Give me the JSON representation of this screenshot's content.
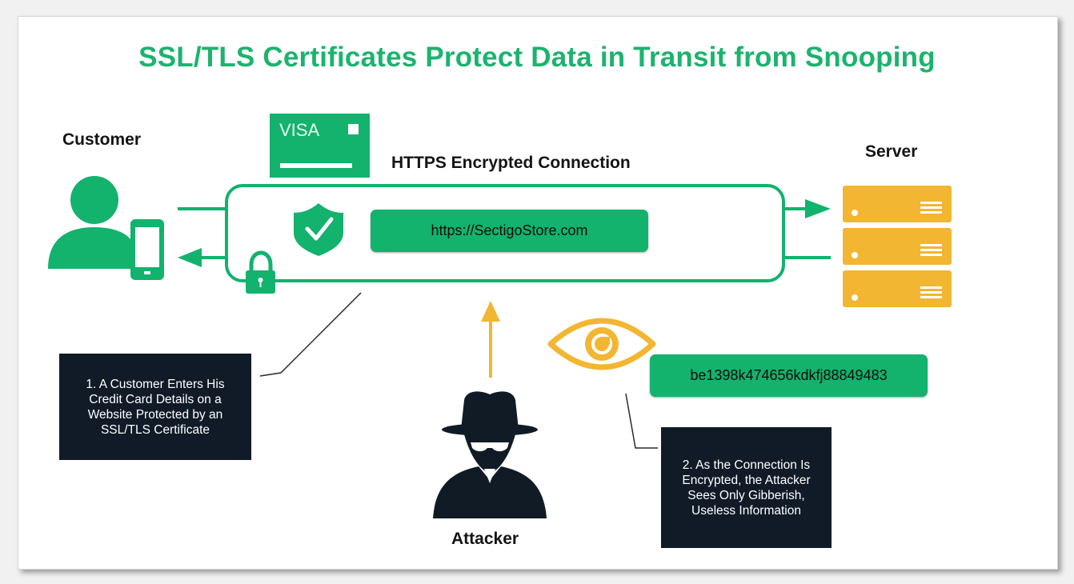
{
  "title": "SSL/TLS Certificates Protect Data in Transit from Snooping",
  "labels": {
    "customer": "Customer",
    "server": "Server",
    "connection": "HTTPS Encrypted Connection",
    "attacker": "Attacker"
  },
  "card": {
    "brand": "VISA"
  },
  "url": "https://SectigoStore.com",
  "gibberish": "be1398k474656kdkfj88849483",
  "notes": {
    "note1": "1. A Customer Enters His\nCredit Card Details on a\nWebsite Protected by an\nSSL/TLS Certificate",
    "note2": "2. As the Connection Is\nEncrypted, the Attacker\nSees Only Gibberish,\nUseless Information"
  },
  "colors": {
    "brand_green": "#13b26d",
    "title_green": "#1cb36e",
    "server_orange": "#f2b632",
    "note_bg": "#101b27",
    "attacker": "#111b26"
  },
  "icons": [
    "person-icon",
    "phone-icon",
    "visa-card-icon",
    "shield-check-icon",
    "padlock-icon",
    "server-icon",
    "eye-icon",
    "attacker-icon",
    "arrow-icon"
  ]
}
